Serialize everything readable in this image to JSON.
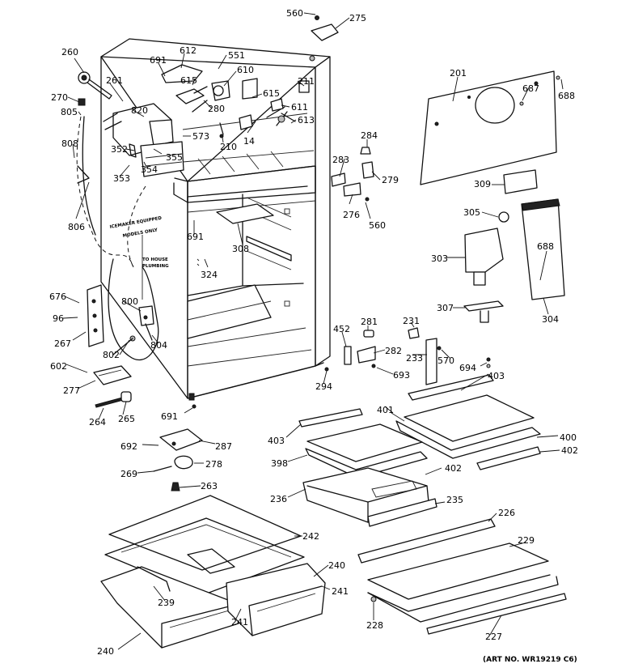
{
  "art_number": "(ART NO. WR19219 C6)",
  "notes": {
    "icemaker_1": "ICEMAKER EQUIPPED",
    "icemaker_2": "MODELS ONLY",
    "plumbing_1": "TO HOUSE",
    "plumbing_2": "PLUMBING"
  },
  "callouts": [
    {
      "name": "callout-560-top",
      "text": "560"
    },
    {
      "name": "callout-275",
      "text": "275"
    },
    {
      "name": "callout-260",
      "text": "260"
    },
    {
      "name": "callout-691-top",
      "text": "691"
    },
    {
      "name": "callout-612",
      "text": "612"
    },
    {
      "name": "callout-551",
      "text": "551"
    },
    {
      "name": "callout-615-a",
      "text": "615"
    },
    {
      "name": "callout-610",
      "text": "610"
    },
    {
      "name": "callout-211",
      "text": "211"
    },
    {
      "name": "callout-261",
      "text": "261"
    },
    {
      "name": "callout-270",
      "text": "270"
    },
    {
      "name": "callout-615-b",
      "text": "615"
    },
    {
      "name": "callout-820",
      "text": "820"
    },
    {
      "name": "callout-280",
      "text": "280"
    },
    {
      "name": "callout-611",
      "text": "611"
    },
    {
      "name": "callout-805",
      "text": "805"
    },
    {
      "name": "callout-613",
      "text": "613"
    },
    {
      "name": "callout-573",
      "text": "573"
    },
    {
      "name": "callout-14",
      "text": "14"
    },
    {
      "name": "callout-210",
      "text": "210"
    },
    {
      "name": "callout-352",
      "text": "352"
    },
    {
      "name": "callout-355",
      "text": "355"
    },
    {
      "name": "callout-808",
      "text": "808"
    },
    {
      "name": "callout-354",
      "text": "354"
    },
    {
      "name": "callout-353",
      "text": "353"
    },
    {
      "name": "callout-201",
      "text": "201"
    },
    {
      "name": "callout-687",
      "text": "687"
    },
    {
      "name": "callout-688-top",
      "text": "688"
    },
    {
      "name": "callout-284",
      "text": "284"
    },
    {
      "name": "callout-283",
      "text": "283"
    },
    {
      "name": "callout-279",
      "text": "279"
    },
    {
      "name": "callout-276",
      "text": "276"
    },
    {
      "name": "callout-560-mid",
      "text": "560"
    },
    {
      "name": "callout-309",
      "text": "309"
    },
    {
      "name": "callout-305",
      "text": "305"
    },
    {
      "name": "callout-806",
      "text": "806"
    },
    {
      "name": "callout-691-mid",
      "text": "691"
    },
    {
      "name": "callout-308",
      "text": "308"
    },
    {
      "name": "callout-688-mid",
      "text": "688"
    },
    {
      "name": "callout-303",
      "text": "303"
    },
    {
      "name": "callout-324",
      "text": "324"
    },
    {
      "name": "callout-676",
      "text": "676"
    },
    {
      "name": "callout-800",
      "text": "800"
    },
    {
      "name": "callout-96",
      "text": "96"
    },
    {
      "name": "callout-307",
      "text": "307"
    },
    {
      "name": "callout-304",
      "text": "304"
    },
    {
      "name": "callout-231",
      "text": "231"
    },
    {
      "name": "callout-281",
      "text": "281"
    },
    {
      "name": "callout-452",
      "text": "452"
    },
    {
      "name": "callout-267",
      "text": "267"
    },
    {
      "name": "callout-282",
      "text": "282"
    },
    {
      "name": "callout-802",
      "text": "802"
    },
    {
      "name": "callout-804",
      "text": "804"
    },
    {
      "name": "callout-233",
      "text": "233"
    },
    {
      "name": "callout-570",
      "text": "570"
    },
    {
      "name": "callout-602",
      "text": "602"
    },
    {
      "name": "callout-694",
      "text": "694"
    },
    {
      "name": "callout-693",
      "text": "693"
    },
    {
      "name": "callout-403-right",
      "text": "403"
    },
    {
      "name": "callout-294",
      "text": "294"
    },
    {
      "name": "callout-277",
      "text": "277"
    },
    {
      "name": "callout-691-bottom",
      "text": "691"
    },
    {
      "name": "callout-264",
      "text": "264"
    },
    {
      "name": "callout-265",
      "text": "265"
    },
    {
      "name": "callout-401",
      "text": "401"
    },
    {
      "name": "callout-403-left",
      "text": "403"
    },
    {
      "name": "callout-400",
      "text": "400"
    },
    {
      "name": "callout-287",
      "text": "287"
    },
    {
      "name": "callout-692",
      "text": "692"
    },
    {
      "name": "callout-398",
      "text": "398"
    },
    {
      "name": "callout-402-right",
      "text": "402"
    },
    {
      "name": "callout-402-mid",
      "text": "402"
    },
    {
      "name": "callout-278",
      "text": "278"
    },
    {
      "name": "callout-269",
      "text": "269"
    },
    {
      "name": "callout-263",
      "text": "263"
    },
    {
      "name": "callout-236",
      "text": "236"
    },
    {
      "name": "callout-235",
      "text": "235"
    },
    {
      "name": "callout-226",
      "text": "226"
    },
    {
      "name": "callout-242",
      "text": "242"
    },
    {
      "name": "callout-229",
      "text": "229"
    },
    {
      "name": "callout-240-mid",
      "text": "240"
    },
    {
      "name": "callout-241-right",
      "text": "241"
    },
    {
      "name": "callout-239",
      "text": "239"
    },
    {
      "name": "callout-241-mid",
      "text": "241"
    },
    {
      "name": "callout-228",
      "text": "228"
    },
    {
      "name": "callout-227",
      "text": "227"
    },
    {
      "name": "callout-240-bottom",
      "text": "240"
    }
  ]
}
